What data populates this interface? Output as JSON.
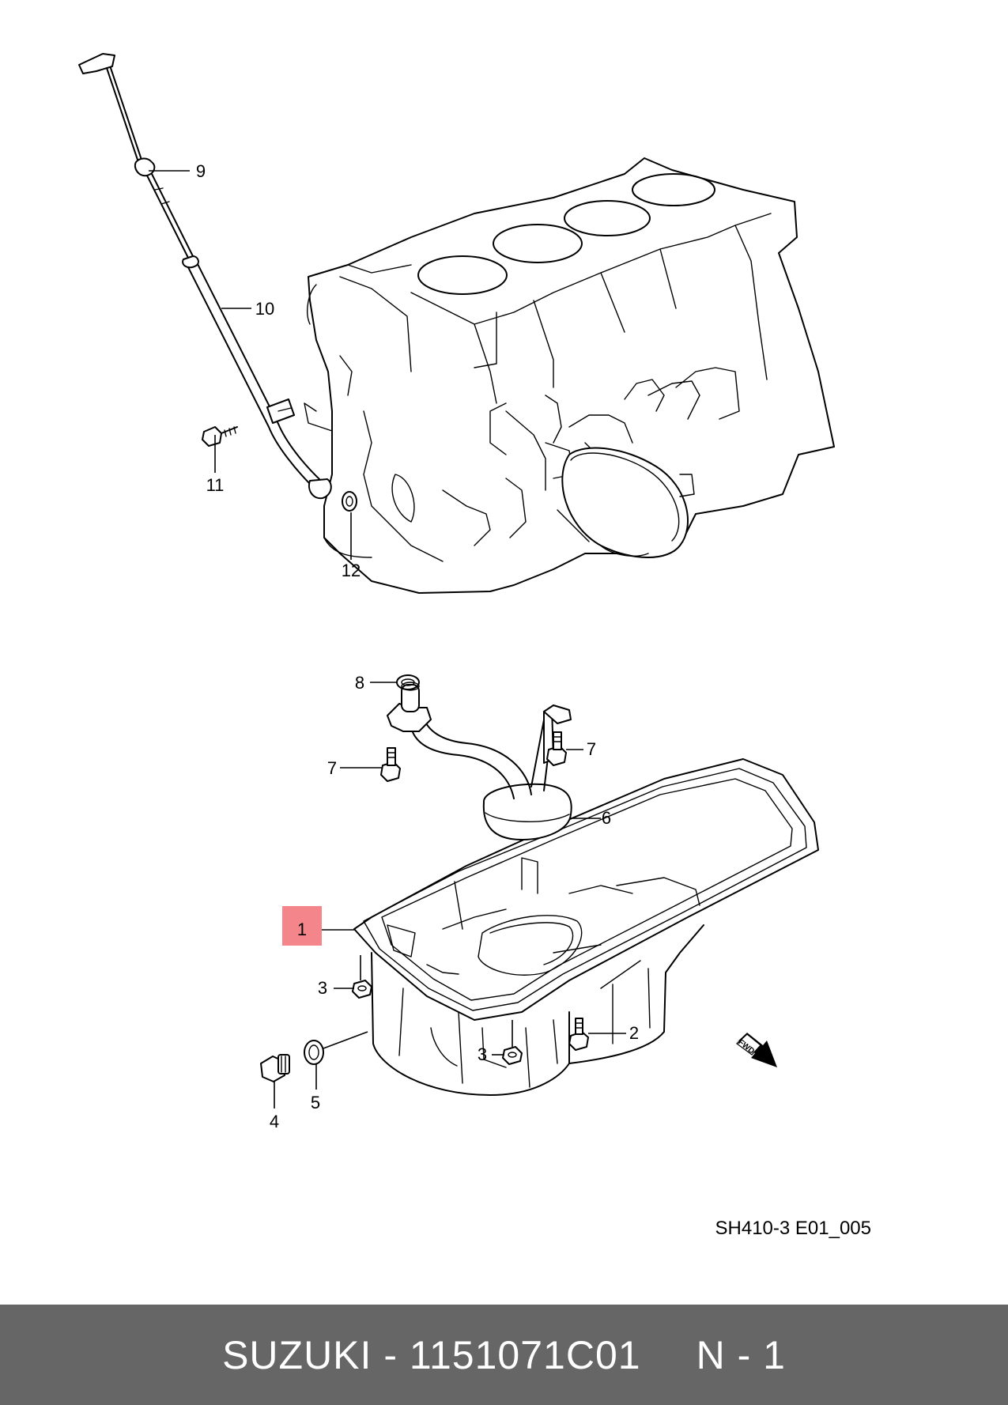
{
  "diagram": {
    "callouts": [
      "1",
      "2",
      "3",
      "3",
      "4",
      "5",
      "6",
      "7",
      "7",
      "8",
      "9",
      "10",
      "11",
      "12"
    ],
    "drawing_code": "SH410-3 E01_005",
    "fwd_label": "FWD",
    "highlight_color": "#f4858a"
  },
  "footer": {
    "brand": "SUZUKI",
    "separator": "-",
    "part_number": "1151071C01",
    "position_label": "N - 1",
    "background": "#666666"
  }
}
